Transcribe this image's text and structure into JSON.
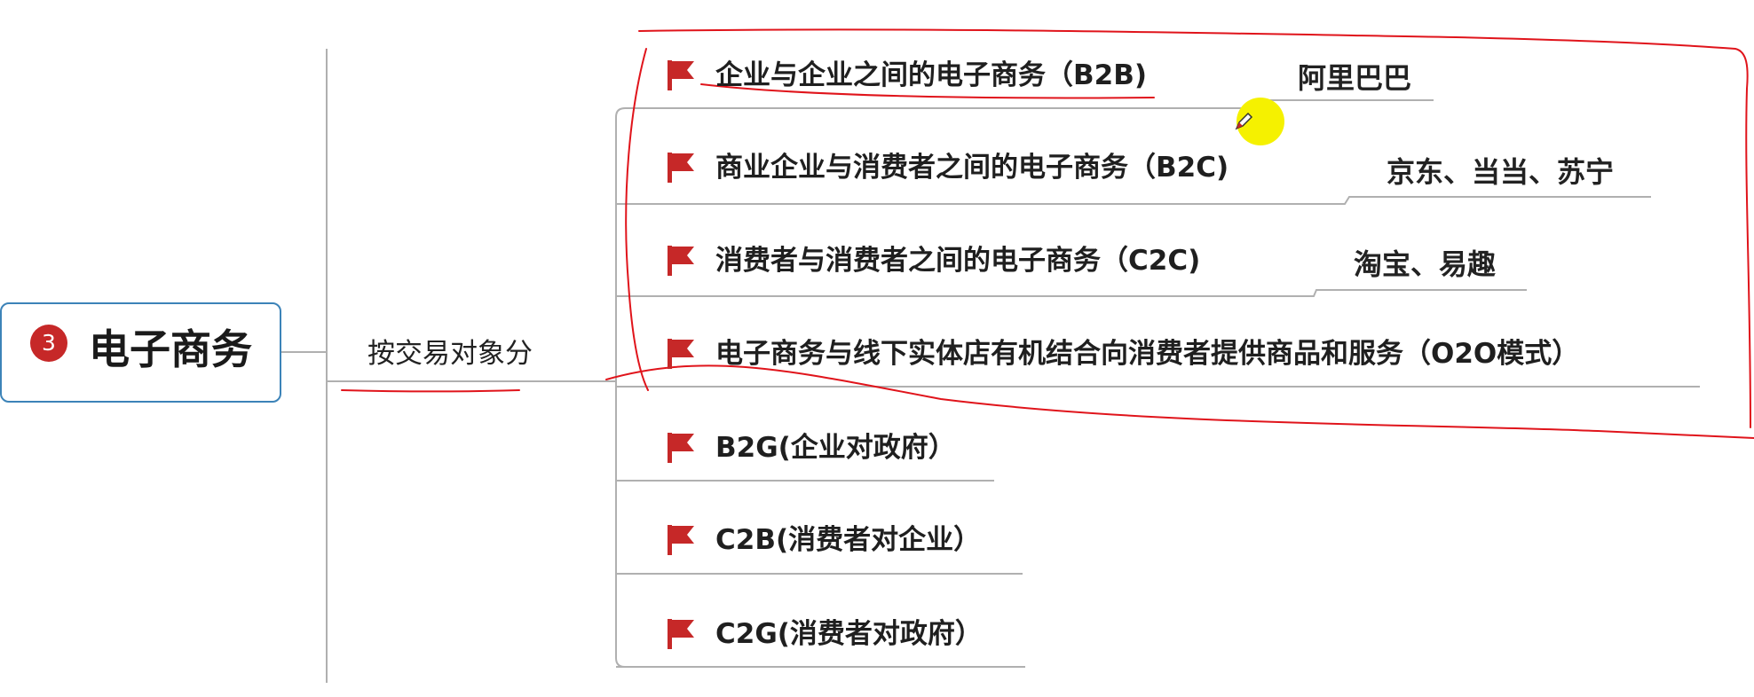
{
  "root": {
    "badge": "3",
    "title": "电子商务"
  },
  "branch": {
    "label": "按交易对象分"
  },
  "topics": [
    {
      "label": "企业与企业之间的电子商务（B2B)",
      "example": "阿里巴巴"
    },
    {
      "label": "商业企业与消费者之间的电子商务（B2C)",
      "example": "京东、当当、苏宁"
    },
    {
      "label": "消费者与消费者之间的电子商务（C2C)",
      "example": "淘宝、易趣"
    },
    {
      "label": "电子商务与线下实体店有机结合向消费者提供商品和服务（O2O模式）",
      "example": ""
    },
    {
      "label": "B2G(企业对政府）",
      "example": ""
    },
    {
      "label": "C2B(消费者对企业）",
      "example": ""
    },
    {
      "label": "C2G(消费者对政府）",
      "example": ""
    }
  ],
  "colors": {
    "accent": "#3c83b8",
    "flag": "#c62828",
    "annotation": "#e0141b",
    "cursor": "#f5f100"
  },
  "icons": {
    "topic_marker": "red-flag-icon",
    "root_badge": "priority-3-icon",
    "pointer": "pen-cursor-icon"
  }
}
